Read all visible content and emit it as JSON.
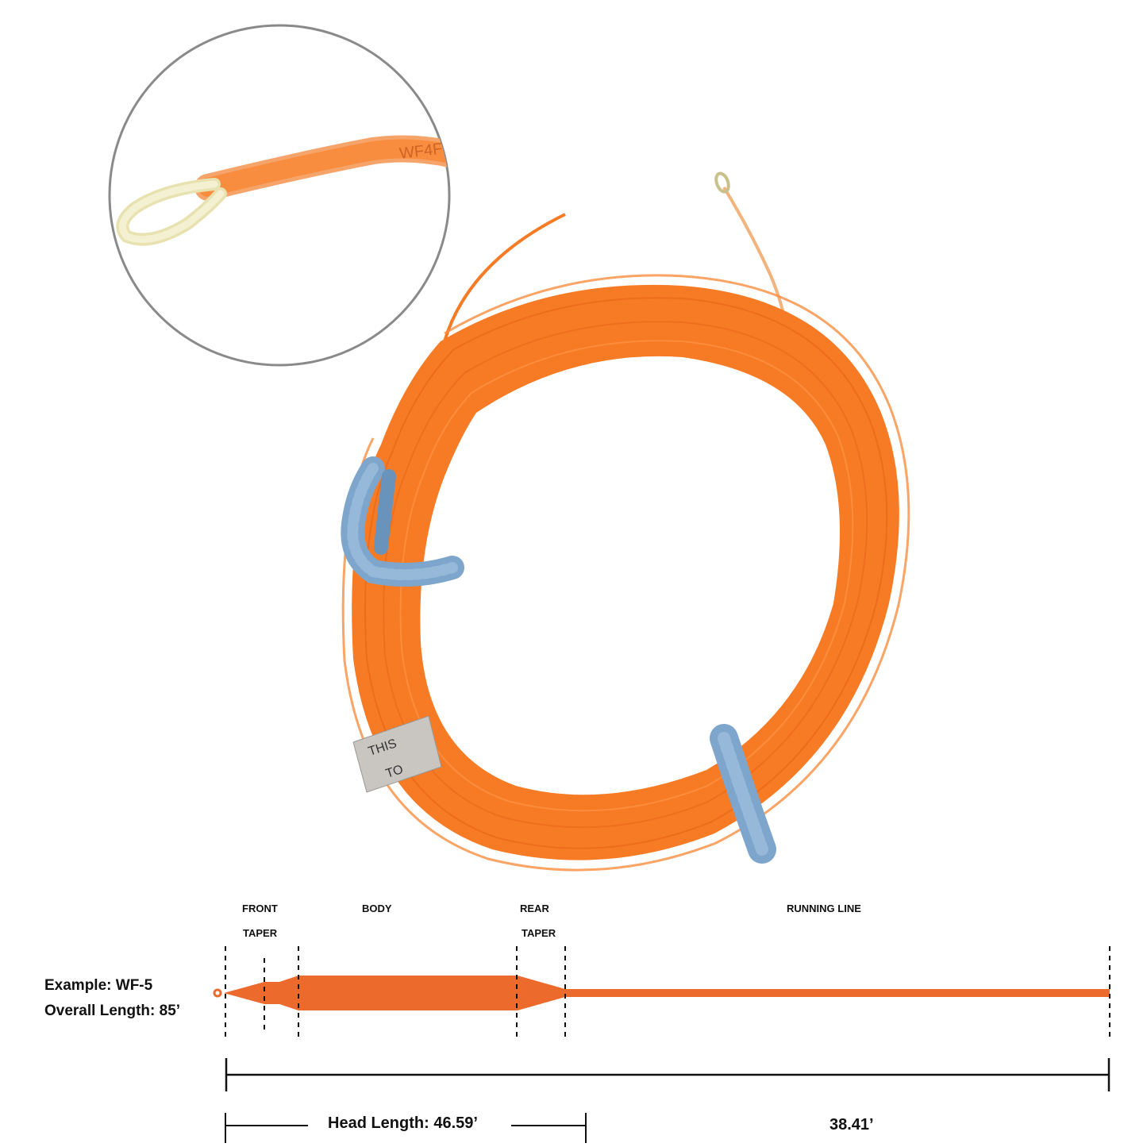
{
  "zoom_detail": {
    "printed_line_marking": "WF4F"
  },
  "coil_tag": {
    "line1": "THIS",
    "line2": "TO"
  },
  "taper_diagram": {
    "line_color": "#ec6a2c",
    "sections": {
      "front_taper": [
        "FRONT",
        "TAPER"
      ],
      "body": "BODY",
      "rear_taper": [
        "REAR",
        "TAPER"
      ],
      "running_line": "RUNNING LINE"
    },
    "example_label": "Example:  WF-5",
    "overall_length_label": "Overall Length: 85’",
    "head_length_label": "Head Length:  46.59’",
    "running_length_label": "38.41’"
  },
  "colors": {
    "coil_orange": "#f77b24",
    "keeper_blue": "#7ea6cc",
    "loop_cream": "#f3efc9",
    "circle_gray": "#8a8a8a"
  }
}
